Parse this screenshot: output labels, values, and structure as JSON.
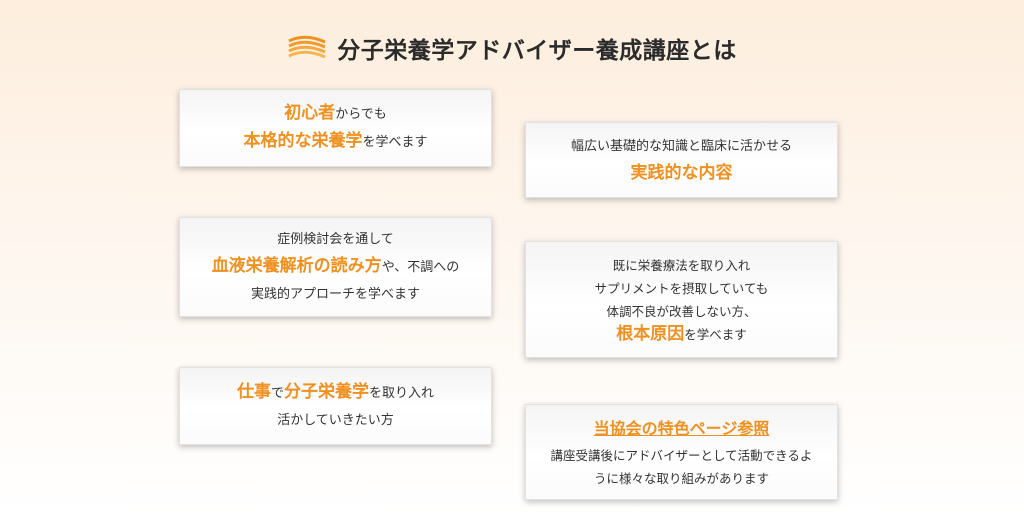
{
  "header": {
    "title": "分子栄養学アドバイザー養成講座とは"
  },
  "colors": {
    "accent": "#f0901e",
    "text": "#333333",
    "background_top": "#fdeedd"
  },
  "cards": {
    "c1": {
      "l1a": "初心者",
      "l1b": "からでも",
      "l2a": "本格的な栄養学",
      "l2b": "を学べます"
    },
    "c2": {
      "l1": "幅広い基礎的な知識と臨床に活かせる",
      "l2": "実践的な内容"
    },
    "c3": {
      "l1": "症例検討会を通して",
      "l2a": "血液栄養解析の読み方",
      "l2b": "や、不調への",
      "l3": "実践的アプローチを学べます"
    },
    "c4": {
      "l1": "既に栄養療法を取り入れ",
      "l2": "サプリメントを摂取していても",
      "l3": "体調不良が改善しない方、",
      "l4a": "根本原因",
      "l4b": "を学べます"
    },
    "c5": {
      "l1a": "仕事",
      "l1b": "で",
      "l1c": "分子栄養学",
      "l1d": "を取り入れ",
      "l2": "活かしていきたい方"
    },
    "c6": {
      "link": "当協会の特色ページ参照",
      "l1": "講座受講後にアドバイザーとして活動できるよ",
      "l2": "うに様々な取り組みがあります"
    }
  }
}
